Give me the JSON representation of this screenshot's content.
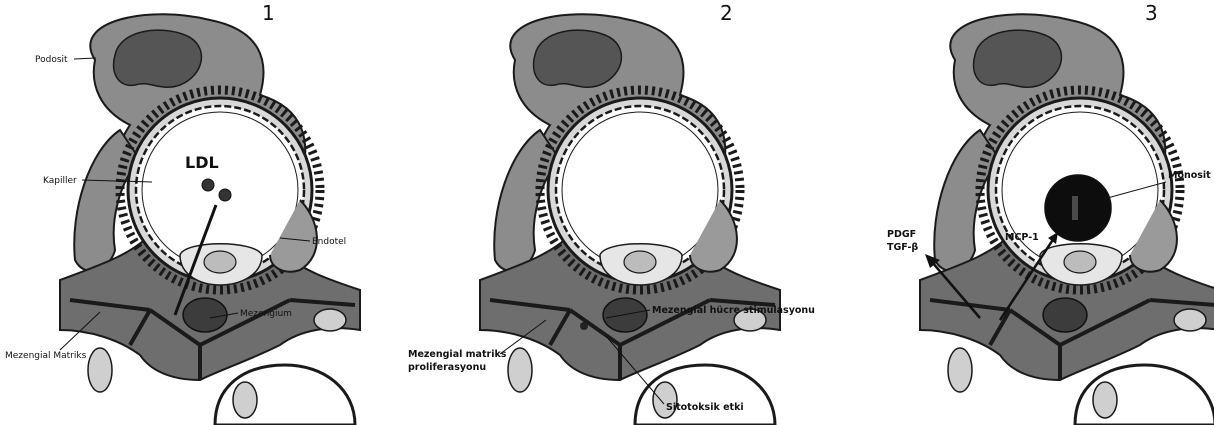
{
  "panels": [
    {
      "number": "1",
      "labels": {
        "podocyte": "Podosit",
        "capillary": "Kapiller",
        "ldl": "LDL",
        "endothelium": "Endotel",
        "mesangium": "Mezengium",
        "mesangial_matrix": "Mezengial Matriks"
      }
    },
    {
      "number": "2",
      "labels": {
        "stimulation": "Mezengial hücre stimulasyonu",
        "matrix_proliferation_1": "Mezengial matriks",
        "matrix_proliferation_2": "proliferasyonu",
        "cytotoxic": "Sitotoksik etki"
      }
    },
    {
      "number": "3",
      "labels": {
        "monocyte": "Monosit",
        "mcp1": "MCP-1",
        "pdgf": "PDGF",
        "tgfb": "TGF-β"
      }
    }
  ],
  "colors": {
    "podocyte_body": "#8a8a8a",
    "nucleus": "#5a5a5a",
    "mesangium": "#6e6e6e",
    "capillary": "#ffffff",
    "outline": "#1a1a1a",
    "monocyte": "#0d0d0d"
  }
}
